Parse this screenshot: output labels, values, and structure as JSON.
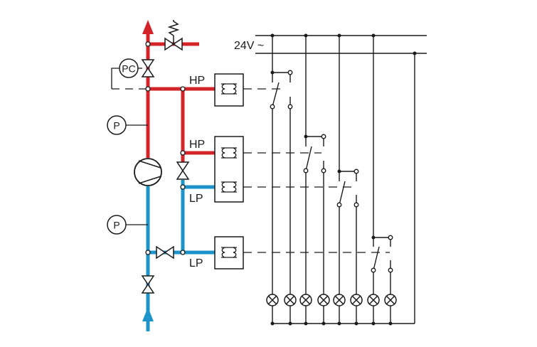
{
  "colors": {
    "high_pressure_line": "#d4242a",
    "low_pressure_line": "#1c93c9",
    "wiring": "#1a1a1a",
    "background": "#ffffff"
  },
  "supply": {
    "label": "24V ~"
  },
  "instruments": {
    "pressure_controller": "PC",
    "pressure_gauge_top": "P",
    "pressure_gauge_bottom": "P"
  },
  "switches": [
    {
      "label": "HP"
    },
    {
      "label": "HP"
    },
    {
      "label": "LP"
    },
    {
      "label": "LP"
    }
  ],
  "icons": {
    "compressor": "compressor-icon",
    "valve": "valve-icon",
    "relief_valve": "relief-valve-icon",
    "indicator_lamp": "indicator-lamp-icon",
    "flow_arrow": "flow-arrow-icon",
    "pressure_switch": "pressure-switch-icon"
  },
  "lamp_count": 8
}
